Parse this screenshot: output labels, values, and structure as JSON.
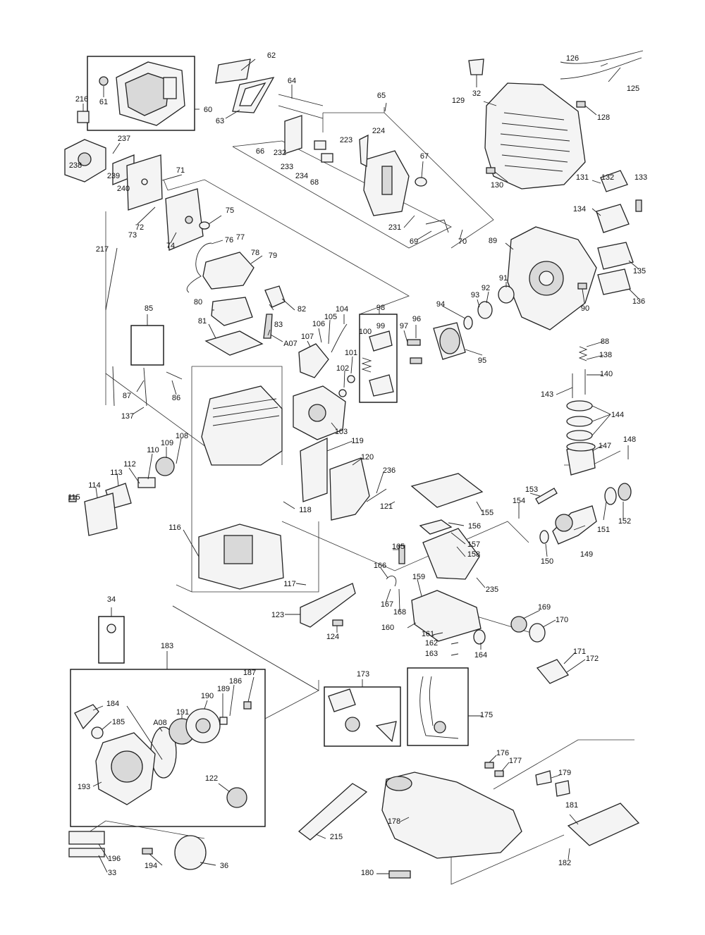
{
  "diagram": {
    "callouts": [
      "62",
      "64",
      "65",
      "63",
      "60",
      "61",
      "216",
      "237",
      "238",
      "239",
      "240",
      "71",
      "72",
      "73",
      "74",
      "75",
      "76",
      "77",
      "78",
      "79",
      "217",
      "66",
      "232",
      "233",
      "234",
      "68",
      "223",
      "224",
      "67",
      "231",
      "69",
      "70",
      "126",
      "125",
      "32",
      "129",
      "128",
      "130",
      "131",
      "132",
      "133",
      "134",
      "89",
      "135",
      "136",
      "91",
      "92",
      "93",
      "94",
      "90",
      "85",
      "80",
      "81",
      "82",
      "83",
      "A07",
      "98",
      "99",
      "100",
      "97",
      "96",
      "95",
      "105",
      "104",
      "106",
      "107",
      "101",
      "102",
      "88",
      "138",
      "140",
      "143",
      "144",
      "87",
      "86",
      "137",
      "103",
      "119",
      "147",
      "148",
      "108",
      "109",
      "110",
      "112",
      "113",
      "114",
      "115",
      "120",
      "236",
      "118",
      "121",
      "155",
      "153",
      "154",
      "156",
      "157",
      "158",
      "116",
      "117",
      "165",
      "166",
      "167",
      "168",
      "235",
      "159",
      "151",
      "152",
      "149",
      "150",
      "34",
      "183",
      "187",
      "186",
      "189",
      "190",
      "191",
      "184",
      "185",
      "A08",
      "193",
      "122",
      "160",
      "161",
      "162",
      "163",
      "164",
      "169",
      "170",
      "171",
      "172",
      "173",
      "175",
      "176",
      "177",
      "179",
      "178",
      "181",
      "182",
      "215",
      "180",
      "196",
      "194",
      "36",
      "33",
      "123",
      "124"
    ]
  }
}
